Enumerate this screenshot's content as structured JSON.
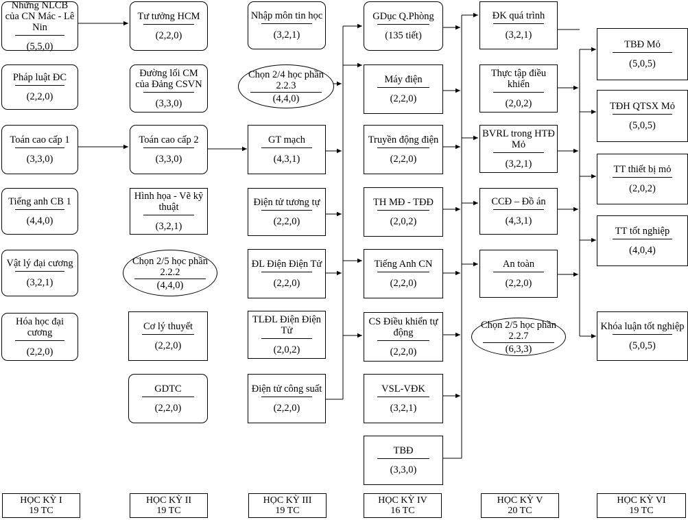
{
  "courses": [
    {
      "id": "n1",
      "name": "Những NLCB của CN Mác - Lê Nin",
      "credits": "(5,5,0)",
      "shape": "rounded"
    },
    {
      "id": "n2",
      "name": "Pháp luật ĐC",
      "credits": "(2,2,0)",
      "shape": "rounded"
    },
    {
      "id": "n3",
      "name": "Toán cao cấp 1",
      "credits": "(3,3,0)",
      "shape": "rounded"
    },
    {
      "id": "n4",
      "name": "Tiếng anh CB 1",
      "credits": "(4,4,0)",
      "shape": "rounded"
    },
    {
      "id": "n5",
      "name": "Vật lý đại cương",
      "credits": "(3,2,1)",
      "shape": "rounded"
    },
    {
      "id": "n6",
      "name": "Hóa học đại cương",
      "credits": "(2,2,0)",
      "shape": "rounded"
    },
    {
      "id": "n7",
      "name": "Tư tưởng HCM",
      "credits": "(2,2,0)",
      "shape": "rounded"
    },
    {
      "id": "n8",
      "name": "Đường lối CM của Đảng CSVN",
      "credits": "(3,3,0)",
      "shape": "rounded"
    },
    {
      "id": "n9",
      "name": "Toán cao cấp 2",
      "credits": "(3,3,0)",
      "shape": "rounded"
    },
    {
      "id": "n10",
      "name": "Hình họa - Vẽ kỹ thuật",
      "credits": "(3,2,1)",
      "shape": "rect"
    },
    {
      "id": "n11",
      "name": "Chọn 2/5 học phần 2.2.2",
      "credits": "(4,4,0)",
      "shape": "oval"
    },
    {
      "id": "n12",
      "name": "Cơ lý thuyết",
      "credits": "(2,2,0)",
      "shape": "rect"
    },
    {
      "id": "n13",
      "name": "GDTC",
      "credits": "(2,2,0)",
      "shape": "rounded"
    },
    {
      "id": "n14",
      "name": "Nhập môn tin học",
      "credits": "(3,2,1)",
      "shape": "rounded"
    },
    {
      "id": "n15",
      "name": "Chọn 2/4 học phần 2.2.3",
      "credits": "(4,4,0)",
      "shape": "oval"
    },
    {
      "id": "n16",
      "name": "GT mạch",
      "credits": "(4,3,1)",
      "shape": "rect"
    },
    {
      "id": "n17",
      "name": "Điện tử tương tự",
      "credits": "(2,2,0)",
      "shape": "rect"
    },
    {
      "id": "n18",
      "name": "ĐL Điện Điện Tử",
      "credits": "(2,2,0)",
      "shape": "rect"
    },
    {
      "id": "n19",
      "name": "TLĐL Điện Điện Tử",
      "credits": "(2,0,2)",
      "shape": "rect"
    },
    {
      "id": "n20",
      "name": "Điện tử công suất",
      "credits": "(2,2,0)",
      "shape": "rect"
    },
    {
      "id": "n21",
      "name": "GDục Q.Phòng",
      "credits": "(135 tiết)",
      "shape": "rounded"
    },
    {
      "id": "n22",
      "name": "Máy điện",
      "credits": "(2,2,0)",
      "shape": "rect"
    },
    {
      "id": "n23",
      "name": "Truyền động điện",
      "credits": "(2,2,0)",
      "shape": "rect"
    },
    {
      "id": "n24",
      "name": "TH MĐ - TĐĐ",
      "credits": "(2,0,2)",
      "shape": "rect"
    },
    {
      "id": "n25",
      "name": "Tiếng Anh CN",
      "credits": "(2,2,0)",
      "shape": "rect"
    },
    {
      "id": "n26",
      "name": "CS Điều khiển tự động",
      "credits": "(2,2,0)",
      "shape": "rect"
    },
    {
      "id": "n27",
      "name": "VSL-VĐK",
      "credits": "(3,2,1)",
      "shape": "rect"
    },
    {
      "id": "n28",
      "name": "TBĐ",
      "credits": "(3,3,0)",
      "shape": "rect"
    },
    {
      "id": "n29",
      "name": "ĐK quá trình",
      "credits": "(3,2,1)",
      "shape": "rect"
    },
    {
      "id": "n30",
      "name": "Thực tập điều khiển",
      "credits": "(2,0,2)",
      "shape": "rect"
    },
    {
      "id": "n31",
      "name": "BVRL trong HTĐ Mỏ",
      "credits": "(3,2,1)",
      "shape": "rect"
    },
    {
      "id": "n32",
      "name": "CCĐ – Đồ án",
      "credits": "(4,3,1)",
      "shape": "rect"
    },
    {
      "id": "n33",
      "name": "An toàn",
      "credits": "(2,2,0)",
      "shape": "rect"
    },
    {
      "id": "n34",
      "name": "Chọn 2/5 học phần 2.2.7",
      "credits": "(6,3,3)",
      "shape": "oval"
    },
    {
      "id": "n35",
      "name": "TBĐ Mỏ",
      "credits": "(5,0,5)",
      "shape": "rect"
    },
    {
      "id": "n36",
      "name": "TĐH QTSX Mỏ",
      "credits": "(5,0,5)",
      "shape": "rect"
    },
    {
      "id": "n37",
      "name": "TT thiết bị mỏ",
      "credits": "(2,0,2)",
      "shape": "rect"
    },
    {
      "id": "n38",
      "name": "TT tốt nghiệp",
      "credits": "(4,0,4)",
      "shape": "rect"
    },
    {
      "id": "n39",
      "name": "Khóa luận tốt nghiệp",
      "credits": "(5,0,5)",
      "shape": "rect"
    }
  ],
  "semesters": [
    {
      "name": "HỌC KỲ I",
      "credits": "19 TC"
    },
    {
      "name": "HỌC KỲ II",
      "credits": "19 TC"
    },
    {
      "name": "HỌC KỲ III",
      "credits": "19 TC"
    },
    {
      "name": "HỌC KỲ IV",
      "credits": "16 TC"
    },
    {
      "name": "HỌC KỲ V",
      "credits": "20 TC"
    },
    {
      "name": "HỌC KỲ VI",
      "credits": "19 TC"
    }
  ]
}
